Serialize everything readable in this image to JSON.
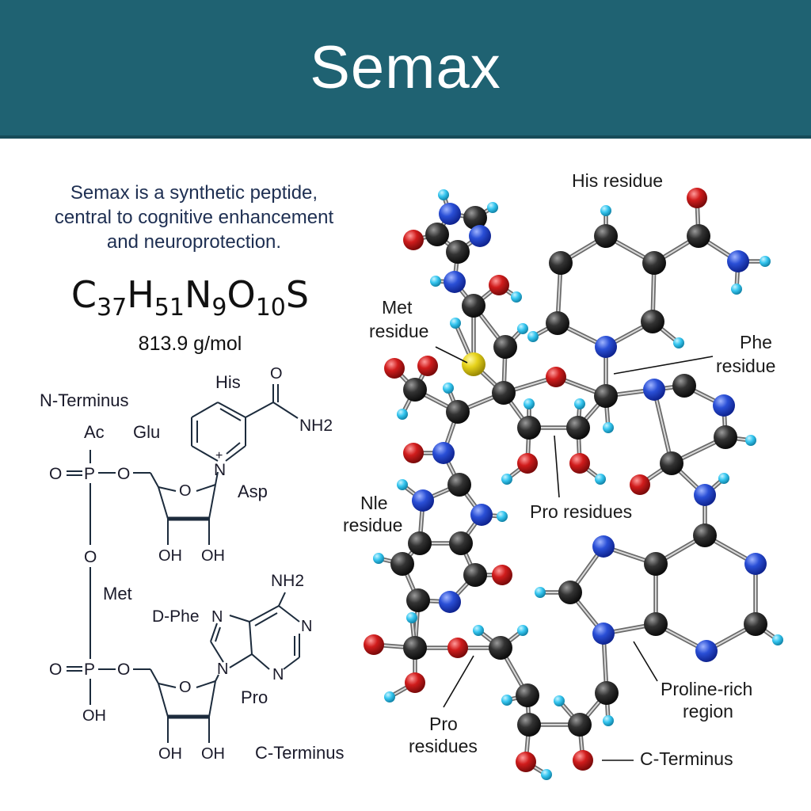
{
  "title": "Semax",
  "description_lines": [
    "Semax is a synthetic peptide,",
    "central to cognitive enhancement",
    "and neuroprotection."
  ],
  "formula": {
    "parts": [
      {
        "el": "C",
        "n": "37"
      },
      {
        "el": "H",
        "n": "51"
      },
      {
        "el": "N",
        "n": "9"
      },
      {
        "el": "O",
        "n": "10"
      },
      {
        "el": "S",
        "n": ""
      }
    ]
  },
  "molar_mass": "813.9 g/mol",
  "structure_2d": {
    "n_terminus": "N-Terminus",
    "c_terminus": "C-Terminus",
    "ac": "Ac",
    "glu": "Glu",
    "his": "His",
    "asp": "Asp",
    "met": "Met",
    "dphe": "D-Phe",
    "pro": "Pro",
    "nh2_top": "NH2",
    "nh2_bottom": "NH2",
    "o_carbonyl": "O",
    "n_plus": "N",
    "plus": "+",
    "p_top": "P",
    "p_bottom": "P",
    "o": "O",
    "oh": "OH",
    "n": "N"
  },
  "model_3d_labels": {
    "his": "His residue",
    "met_line1": "Met",
    "met_line2": "residue",
    "phe_line1": "Phe",
    "phe_line2": "residue",
    "nle_line1": "Nle",
    "nle_line2": "residue",
    "pro_mid": "Pro residues",
    "pro_bottom_line1": "Pro",
    "pro_bottom_line2": "residues",
    "proline_rich_line1": "Proline-rich",
    "proline_rich_line2": "region",
    "c_terminus": "C-Terminus"
  },
  "atom_colors": {
    "carbon": "#2a2a2a",
    "nitrogen": "#2a4fd6",
    "oxygen": "#d01c1c",
    "sulfur": "#e6d21a",
    "hydrogen": "#35c6f0"
  },
  "header_color": "#1f6272"
}
